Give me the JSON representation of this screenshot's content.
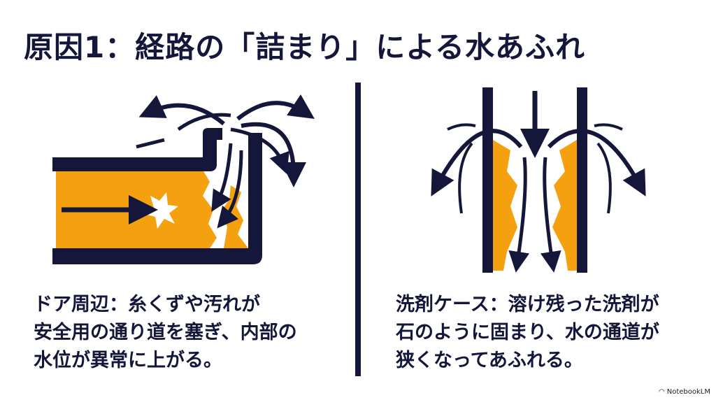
{
  "title": "原因1：経路の「詰まり」による水あふれ",
  "colors": {
    "navy": "#14163a",
    "orange": "#f5a00f"
  },
  "left_panel": {
    "caption_lines": [
      "ドア周辺：糸くずや汚れが",
      "安全用の通り道を塞ぎ、内部の",
      "水位が異常に上がる。"
    ]
  },
  "right_panel": {
    "caption_lines": [
      "洗剤ケース：溶け残った洗剤が",
      "石のように固まり、水の通道が",
      "狭くなってあふれる。"
    ]
  },
  "branding": "NotebookLM"
}
